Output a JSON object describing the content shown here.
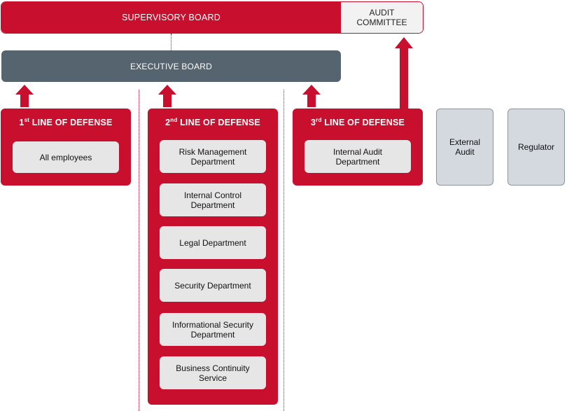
{
  "top": {
    "supervisory_board": "SUPERVISORY BOARD",
    "audit_committee": [
      "AUDIT",
      "COMMITTEE"
    ],
    "executive_board": "EXECUTIVE BOARD"
  },
  "lines": [
    {
      "number": "1",
      "suffix": "st",
      "label": " LINE OF DEFENSE",
      "units": [
        [
          "All employees"
        ]
      ]
    },
    {
      "number": "2",
      "suffix": "nd",
      "label": " LINE OF DEFENSE",
      "units": [
        [
          "Risk Management",
          "Department"
        ],
        [
          "Internal Control",
          "Department"
        ],
        [
          "Legal Department"
        ],
        [
          "Security Department"
        ],
        [
          "Informational Security",
          "Department"
        ],
        [
          "Business Continuity",
          "Service"
        ]
      ]
    },
    {
      "number": "3",
      "suffix": "rd",
      "label": " LINE OF DEFENSE",
      "units": [
        [
          "Internal Audit",
          "Department"
        ]
      ]
    }
  ],
  "external": {
    "external_audit": [
      "External",
      "Audit"
    ],
    "regulator": "Regulator"
  },
  "colors": {
    "accent_red": "#c8102e",
    "executive_gray": "#566470",
    "unit_gray": "#e6e6e6",
    "external_blue_gray": "#d3d9de"
  }
}
